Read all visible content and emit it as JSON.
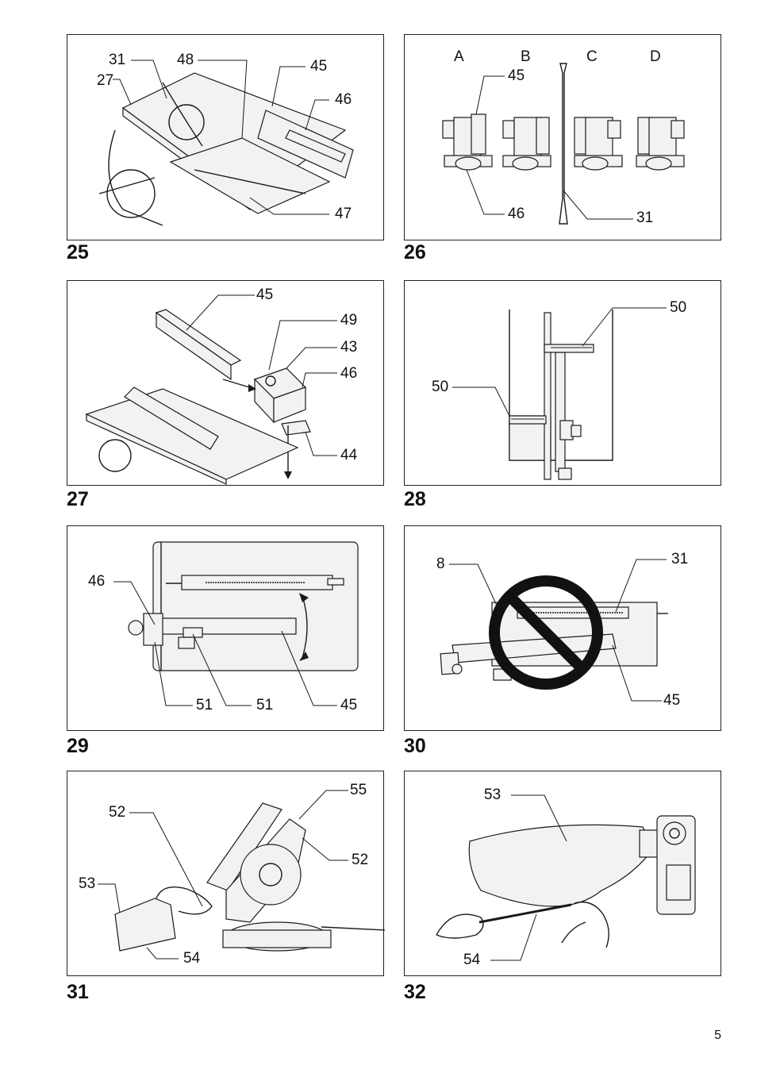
{
  "page_number": "5",
  "figures": {
    "f25": {
      "number": "25",
      "callouts": [
        "31",
        "48",
        "45",
        "27",
        "46",
        "47"
      ]
    },
    "f26": {
      "number": "26",
      "positions": [
        "A",
        "B",
        "C",
        "D"
      ],
      "callouts": [
        "45",
        "46",
        "31"
      ]
    },
    "f27": {
      "number": "27",
      "callouts": [
        "45",
        "49",
        "43",
        "46",
        "44"
      ]
    },
    "f28": {
      "number": "28",
      "callouts": [
        "50",
        "50"
      ]
    },
    "f29": {
      "number": "29",
      "callouts": [
        "46",
        "51",
        "51",
        "45"
      ]
    },
    "f30": {
      "number": "30",
      "callouts": [
        "8",
        "31",
        "45"
      ]
    },
    "f31": {
      "number": "31",
      "callouts": [
        "52",
        "55",
        "52",
        "53",
        "54"
      ]
    },
    "f32": {
      "number": "32",
      "callouts": [
        "53",
        "54"
      ]
    }
  }
}
